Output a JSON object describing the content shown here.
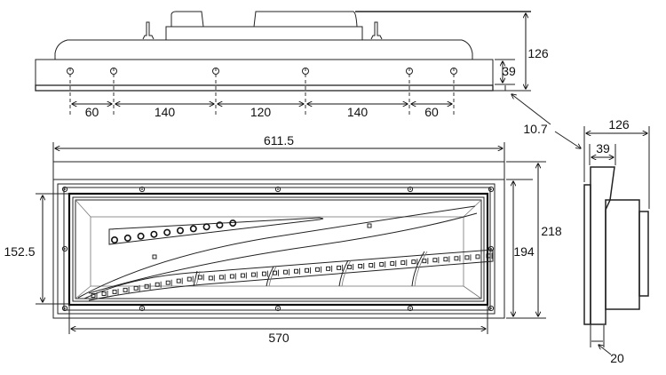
{
  "top_view": {
    "hole_spacings": [
      "60",
      "140",
      "120",
      "140",
      "60"
    ],
    "overall_height": "126",
    "flange_height": "39",
    "plate_thickness": "10.7"
  },
  "front_view": {
    "overall_width": "611.5",
    "inner_width": "570",
    "window_height": "152.5",
    "frame_height": "194",
    "overall_height": "218"
  },
  "side_view": {
    "depth": "126",
    "flange_depth": "39",
    "body_thickness": "20"
  }
}
